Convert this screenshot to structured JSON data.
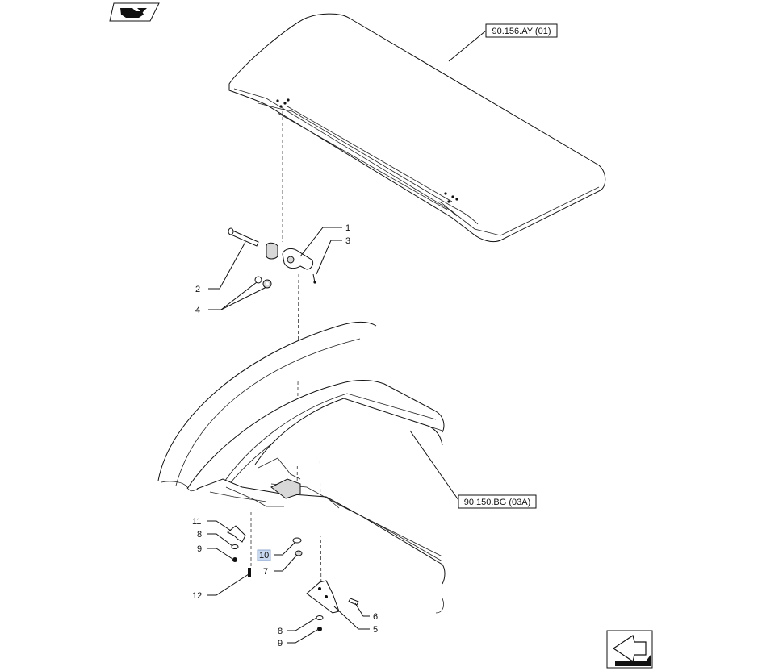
{
  "references": {
    "roof_panel_ref": "90.156.AY (01)",
    "cab_frame_ref": "90.150.BG (03A)"
  },
  "callouts": [
    {
      "id": "1",
      "label": "1"
    },
    {
      "id": "2",
      "label": "2"
    },
    {
      "id": "3",
      "label": "3"
    },
    {
      "id": "4",
      "label": "4"
    },
    {
      "id": "5",
      "label": "5"
    },
    {
      "id": "6",
      "label": "6"
    },
    {
      "id": "7",
      "label": "7"
    },
    {
      "id": "8a",
      "label": "8"
    },
    {
      "id": "8b",
      "label": "8"
    },
    {
      "id": "9a",
      "label": "9"
    },
    {
      "id": "9b",
      "label": "9"
    },
    {
      "id": "10",
      "label": "10"
    },
    {
      "id": "11",
      "label": "11"
    },
    {
      "id": "12",
      "label": "12"
    }
  ],
  "icons": {
    "top_left": "exploded-view-icon",
    "bottom_right": "next-page-arrow-icon"
  }
}
